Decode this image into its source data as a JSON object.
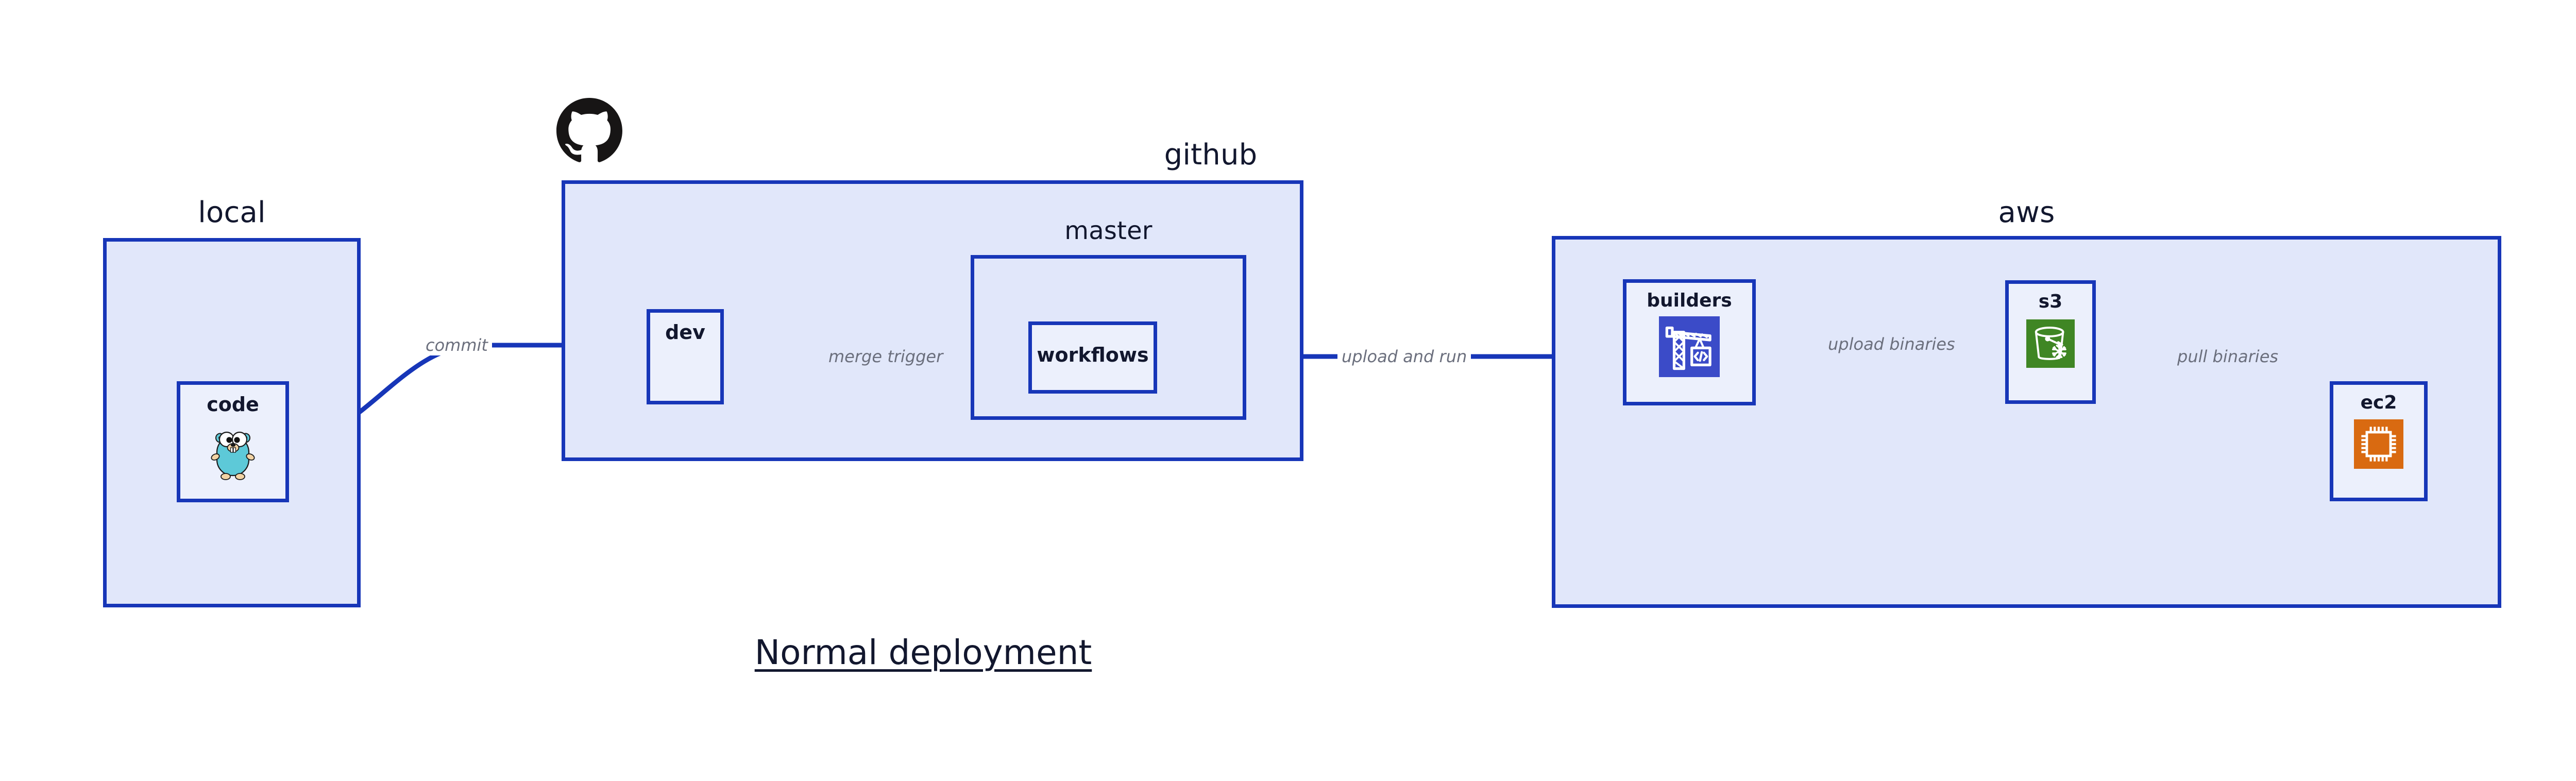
{
  "diagram": {
    "title": "Normal deployment",
    "accent_border_color": "#1736b8",
    "group_fill_color": "#e1e7fa",
    "node_fill_color": "#ecf0fc",
    "edge_label_color": "#6b6f7d",
    "text_color": "#12172e"
  },
  "groups": [
    {
      "id": "local",
      "label": "local",
      "nodes": [
        {
          "id": "code",
          "label": "code",
          "icon": "go-gopher-icon"
        }
      ]
    },
    {
      "id": "github",
      "label": "github",
      "logo": "github-octocat-logo",
      "nodes": [
        {
          "id": "dev",
          "label": "dev",
          "icon": null
        }
      ],
      "subgroups": [
        {
          "id": "master",
          "label": "master",
          "nodes": [
            {
              "id": "workflows",
              "label": "workflows",
              "icon": null
            }
          ]
        }
      ]
    },
    {
      "id": "aws",
      "label": "aws",
      "nodes": [
        {
          "id": "builders",
          "label": "builders",
          "icon": "aws-codebuild-crane-icon",
          "icon_color": "#3b4bc8"
        },
        {
          "id": "s3",
          "label": "s3",
          "icon": "aws-s3-glacier-bucket-icon",
          "icon_color": "#3f8624"
        },
        {
          "id": "ec2",
          "label": "ec2",
          "icon": "aws-ec2-cpu-chip-icon",
          "icon_color": "#d96a11"
        }
      ]
    }
  ],
  "edges": [
    {
      "id": "commit",
      "label": "commit",
      "from": "code",
      "to": "dev"
    },
    {
      "id": "merge-trigger",
      "label": "merge trigger",
      "from": "dev",
      "to": "workflows"
    },
    {
      "id": "upload-and-run",
      "label": "upload and run",
      "from": "workflows",
      "to": "builders"
    },
    {
      "id": "upload-binaries",
      "label": "upload binaries",
      "from": "builders",
      "to": "s3"
    },
    {
      "id": "pull-binaries",
      "label": "pull binaries",
      "from": "s3",
      "to": "ec2"
    }
  ]
}
